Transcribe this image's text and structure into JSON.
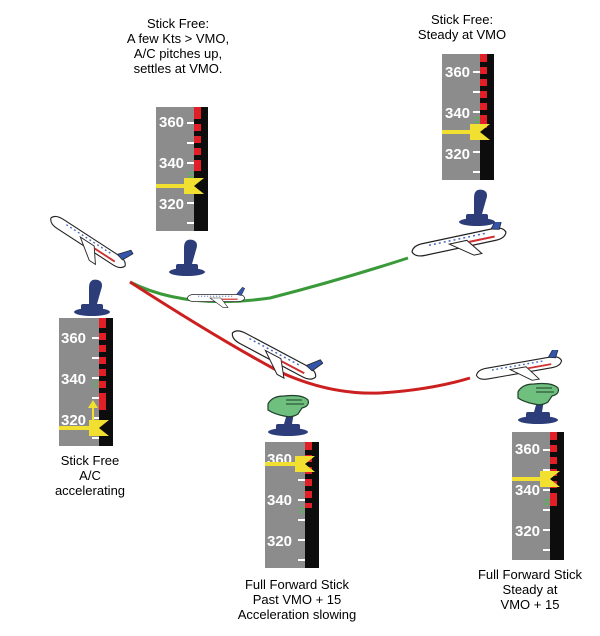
{
  "captions": {
    "a": [
      "Stick Free:",
      "A few Kts > VMO,",
      "A/C pitches up,",
      "settles at VMO."
    ],
    "b": [
      "Stick Free:",
      "Steady at VMO"
    ],
    "c": [
      "Stick Free",
      "A/C",
      "accelerating"
    ],
    "d": [
      "Full Forward Stick",
      "Past VMO + 15",
      "Acceleration slowing"
    ],
    "e": [
      "Full Forward Stick",
      "Steady at",
      "VMO + 15"
    ]
  },
  "tape_labels": [
    "360",
    "340",
    "320"
  ],
  "colors": {
    "stick_free_path": "#3a9a3a",
    "full_forward_path": "#cc2020",
    "speed_marker": "#f2e030",
    "overspeed_band": "#e21e26",
    "tape_body": "#8c8c8c",
    "hand": "#6fbf7f",
    "joystick": "#2c3d7a"
  },
  "icons": {
    "joystick": "joystick-icon",
    "hand_on_stick": "hand-on-stick-icon",
    "aircraft": "aircraft-icon",
    "trend_arrow": "speed-trend-arrow-icon"
  }
}
